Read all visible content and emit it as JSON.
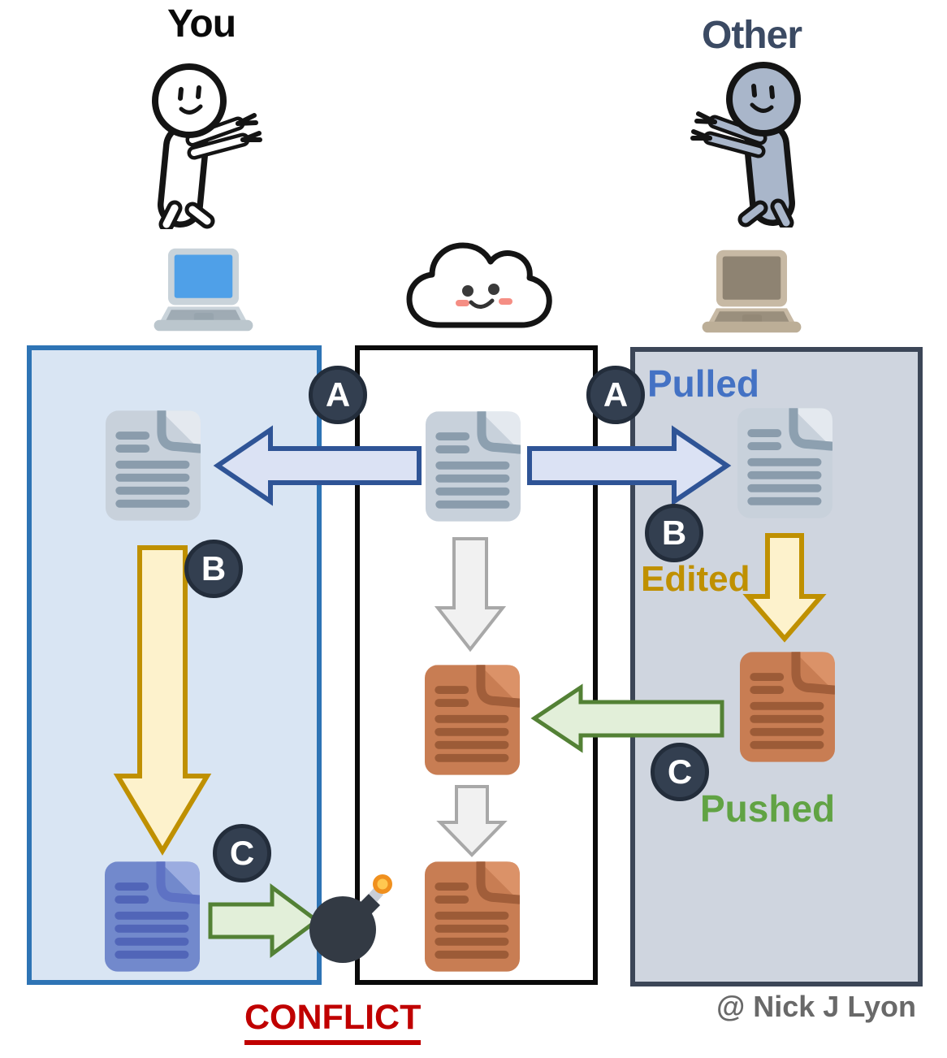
{
  "people": {
    "you": {
      "label": "You"
    },
    "other": {
      "label": "Other"
    }
  },
  "badges": {
    "a_left": "A",
    "a_right": "A",
    "b_left": "B",
    "b_right": "B",
    "c_left": "C",
    "c_right": "C"
  },
  "steps": {
    "pulled": "Pulled",
    "edited": "Edited",
    "pushed": "Pushed"
  },
  "status": {
    "conflict": "CONFLICT"
  },
  "credit": "@ Nick J Lyon",
  "icons": {
    "you_person": "person-icon",
    "other_person": "person-icon",
    "your_laptop": "laptop-icon",
    "other_laptop": "laptop-icon",
    "cloud": "cloud-icon",
    "documents": "document-icon",
    "bomb": "bomb-icon",
    "arrows": "arrow-icon"
  },
  "colors": {
    "you_label": "#0A0A0A",
    "other_label": "#3B4A63",
    "pulled_blue": "#4472C4",
    "edited_gold": "#BF9000",
    "pushed_green": "#61A344",
    "conflict_red": "#C00000",
    "credit_gray": "#696969",
    "badge_navy": "#333F50",
    "left_panel_fill": "#D9E5F3",
    "left_panel_border": "#2E74B5",
    "mid_panel_border": "#0A0A0A",
    "right_panel_fill": "#CFD5DF",
    "right_panel_border": "#3C4657",
    "blue_arrow_fill": "#DBE2F4",
    "blue_arrow_border": "#2F5496",
    "yellow_arrow_fill": "#FDF2CC",
    "yellow_arrow_border": "#BF9000",
    "green_arrow_fill": "#E2EFD9",
    "green_arrow_border": "#538135",
    "gray_arrow_fill": "#F1F1F1",
    "gray_arrow_border": "#A8A8A8",
    "doc_gray": "#C8D1DB",
    "doc_orange": "#C87D53",
    "doc_blue": "#7289CC"
  }
}
